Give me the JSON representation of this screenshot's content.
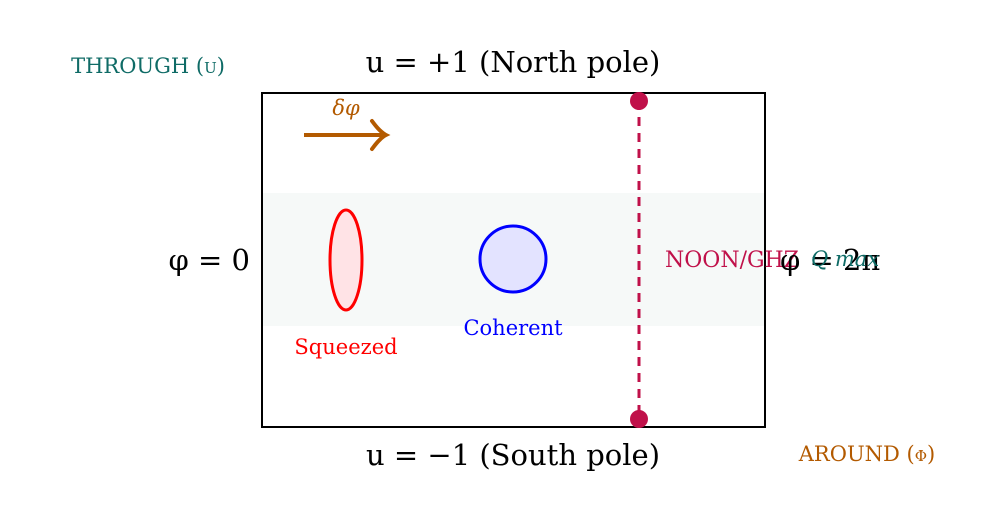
{
  "labels": {
    "top_axis": "u = +1 (North pole)",
    "bottom_axis": "u = −1 (South pole)",
    "left_phi": "φ = 0",
    "right_phi": "φ = 2π",
    "through": "THROUGH (u)",
    "around": "AROUND (φ)",
    "delta_phi": "δφ",
    "noon": "NOON/GHZ",
    "qmax": "Q max",
    "squeezed": "Squeezed",
    "coherent": "Coherent"
  },
  "colors": {
    "teal": "#0f6b66",
    "orange": "#b35a00",
    "crimson": "#c0114a",
    "red": "#ff0000",
    "blue": "#0000ff",
    "band_fill": "#f6f9f8",
    "squeezed_fill": "#ffe3e6",
    "coherent_fill": "#e3e3ff"
  }
}
